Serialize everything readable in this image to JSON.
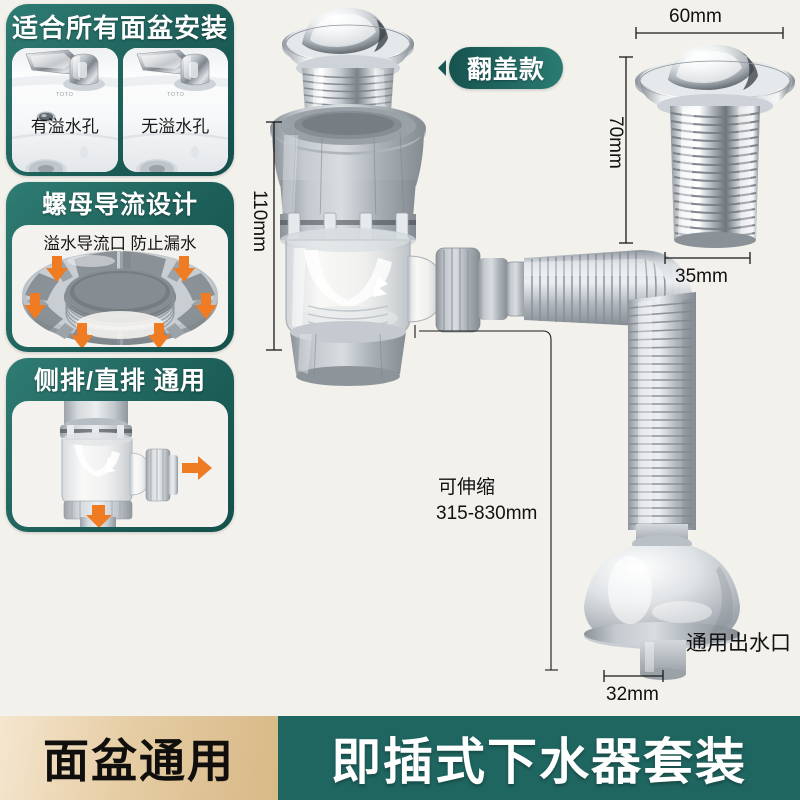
{
  "background_color": "#f2f1ec",
  "theme": {
    "teal": "#1f6560",
    "teal_dark": "#15504b",
    "gold": "#d8b987",
    "orange": "#ef7c22"
  },
  "panels": [
    {
      "id": "panel-basin-compatibility",
      "title": "适合所有面盆安装",
      "cards": [
        {
          "caption": "有溢水孔",
          "icon": "sink-with-overflow-hole"
        },
        {
          "caption": "无溢水孔",
          "icon": "sink-without-overflow-hole"
        }
      ]
    },
    {
      "id": "panel-nut-diversion",
      "title": "螺母导流设计",
      "caption": "溢水导流口 防止漏水",
      "icon": "threaded-nut-with-flow-channels"
    },
    {
      "id": "panel-side-straight-drain",
      "title": "侧排/直排 通用",
      "icon": "tee-body-dual-outlet"
    }
  ],
  "callout": {
    "label": "翻盖款"
  },
  "dimensions": {
    "body_height": "110mm",
    "flange_diameter": "60mm",
    "stem_height": "70mm",
    "thread_diameter": "35mm",
    "outlet_diameter": "32mm"
  },
  "notes": {
    "extensible_line1": "可伸缩",
    "extensible_line2": "315-830mm",
    "universal_outlet": "通用出水口"
  },
  "banner": {
    "left_text": "面盆通用",
    "right_text": "即插式下水器套装"
  }
}
